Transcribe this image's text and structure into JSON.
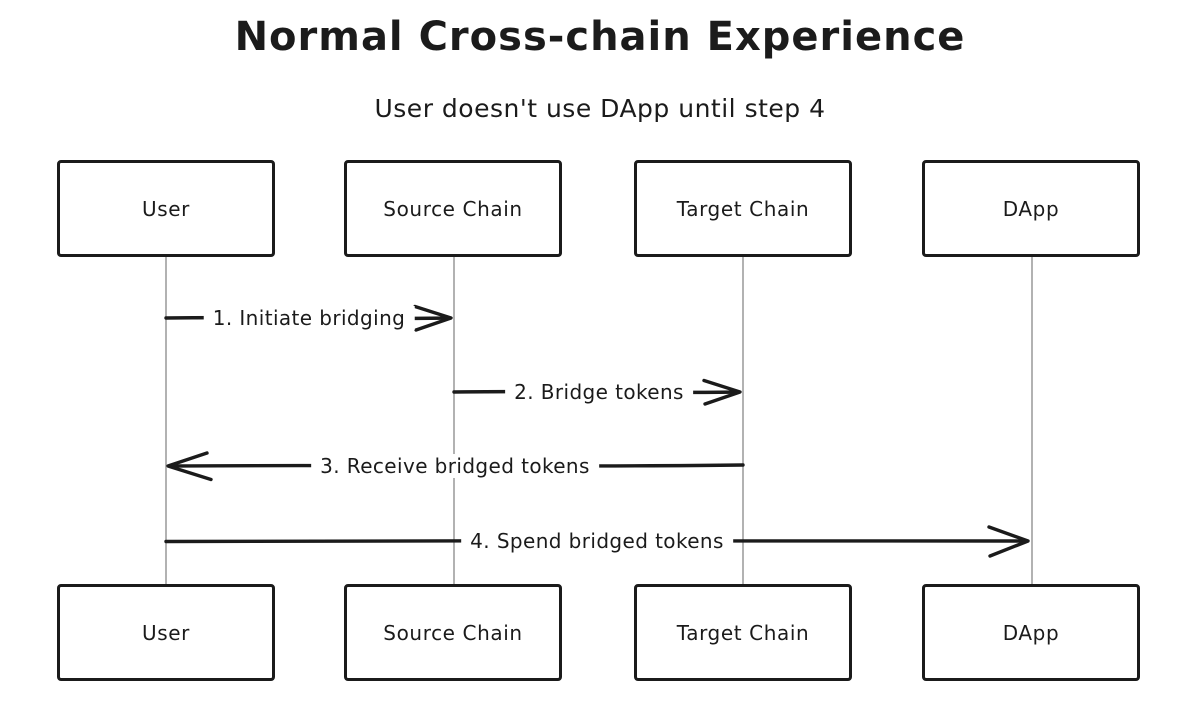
{
  "title": "Normal Cross-chain Experience",
  "subtitle": "User doesn't use DApp until step 4",
  "diagram_type": "sequence-diagram",
  "actors": [
    {
      "label": "User"
    },
    {
      "label": "Source Chain"
    },
    {
      "label": "Target Chain"
    },
    {
      "label": "DApp"
    }
  ],
  "messages": [
    {
      "label": "1. Initiate bridging",
      "from": "User",
      "to": "Source Chain",
      "direction": "right"
    },
    {
      "label": "2. Bridge tokens",
      "from": "Source Chain",
      "to": "Target Chain",
      "direction": "right"
    },
    {
      "label": "3. Receive bridged tokens",
      "from": "Target Chain",
      "to": "User",
      "direction": "left"
    },
    {
      "label": "4. Spend bridged tokens",
      "from": "User",
      "to": "DApp",
      "direction": "right"
    }
  ],
  "colors": {
    "ink": "#1b1b1b",
    "lifeline": "#9e9e9e",
    "background": "#ffffff"
  }
}
